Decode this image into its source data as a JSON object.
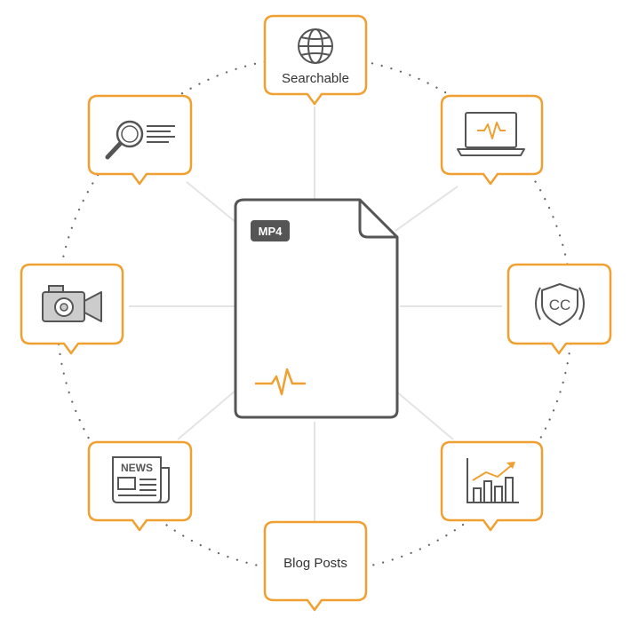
{
  "colors": {
    "accent": "#F0A030",
    "stroke": "#555555",
    "connector": "#E4E4E4",
    "dots": "#666666"
  },
  "center": {
    "badge": "MP4",
    "icon": "waveform-icon"
  },
  "nodes": [
    {
      "id": "searchable",
      "label": "Searchable",
      "icon": "globe-icon"
    },
    {
      "id": "audio-analysis",
      "label": "",
      "icon": "laptop-waveform-icon"
    },
    {
      "id": "captions",
      "label": "",
      "icon": "cc-shield-icon",
      "icon_text": "CC"
    },
    {
      "id": "analytics",
      "label": "",
      "icon": "growth-chart-icon"
    },
    {
      "id": "blog-posts",
      "label": "Blog Posts",
      "icon": ""
    },
    {
      "id": "news",
      "label": "",
      "icon": "newspaper-icon",
      "icon_text": "NEWS"
    },
    {
      "id": "video",
      "label": "",
      "icon": "video-camera-icon"
    },
    {
      "id": "search",
      "label": "",
      "icon": "magnifier-icon"
    }
  ]
}
